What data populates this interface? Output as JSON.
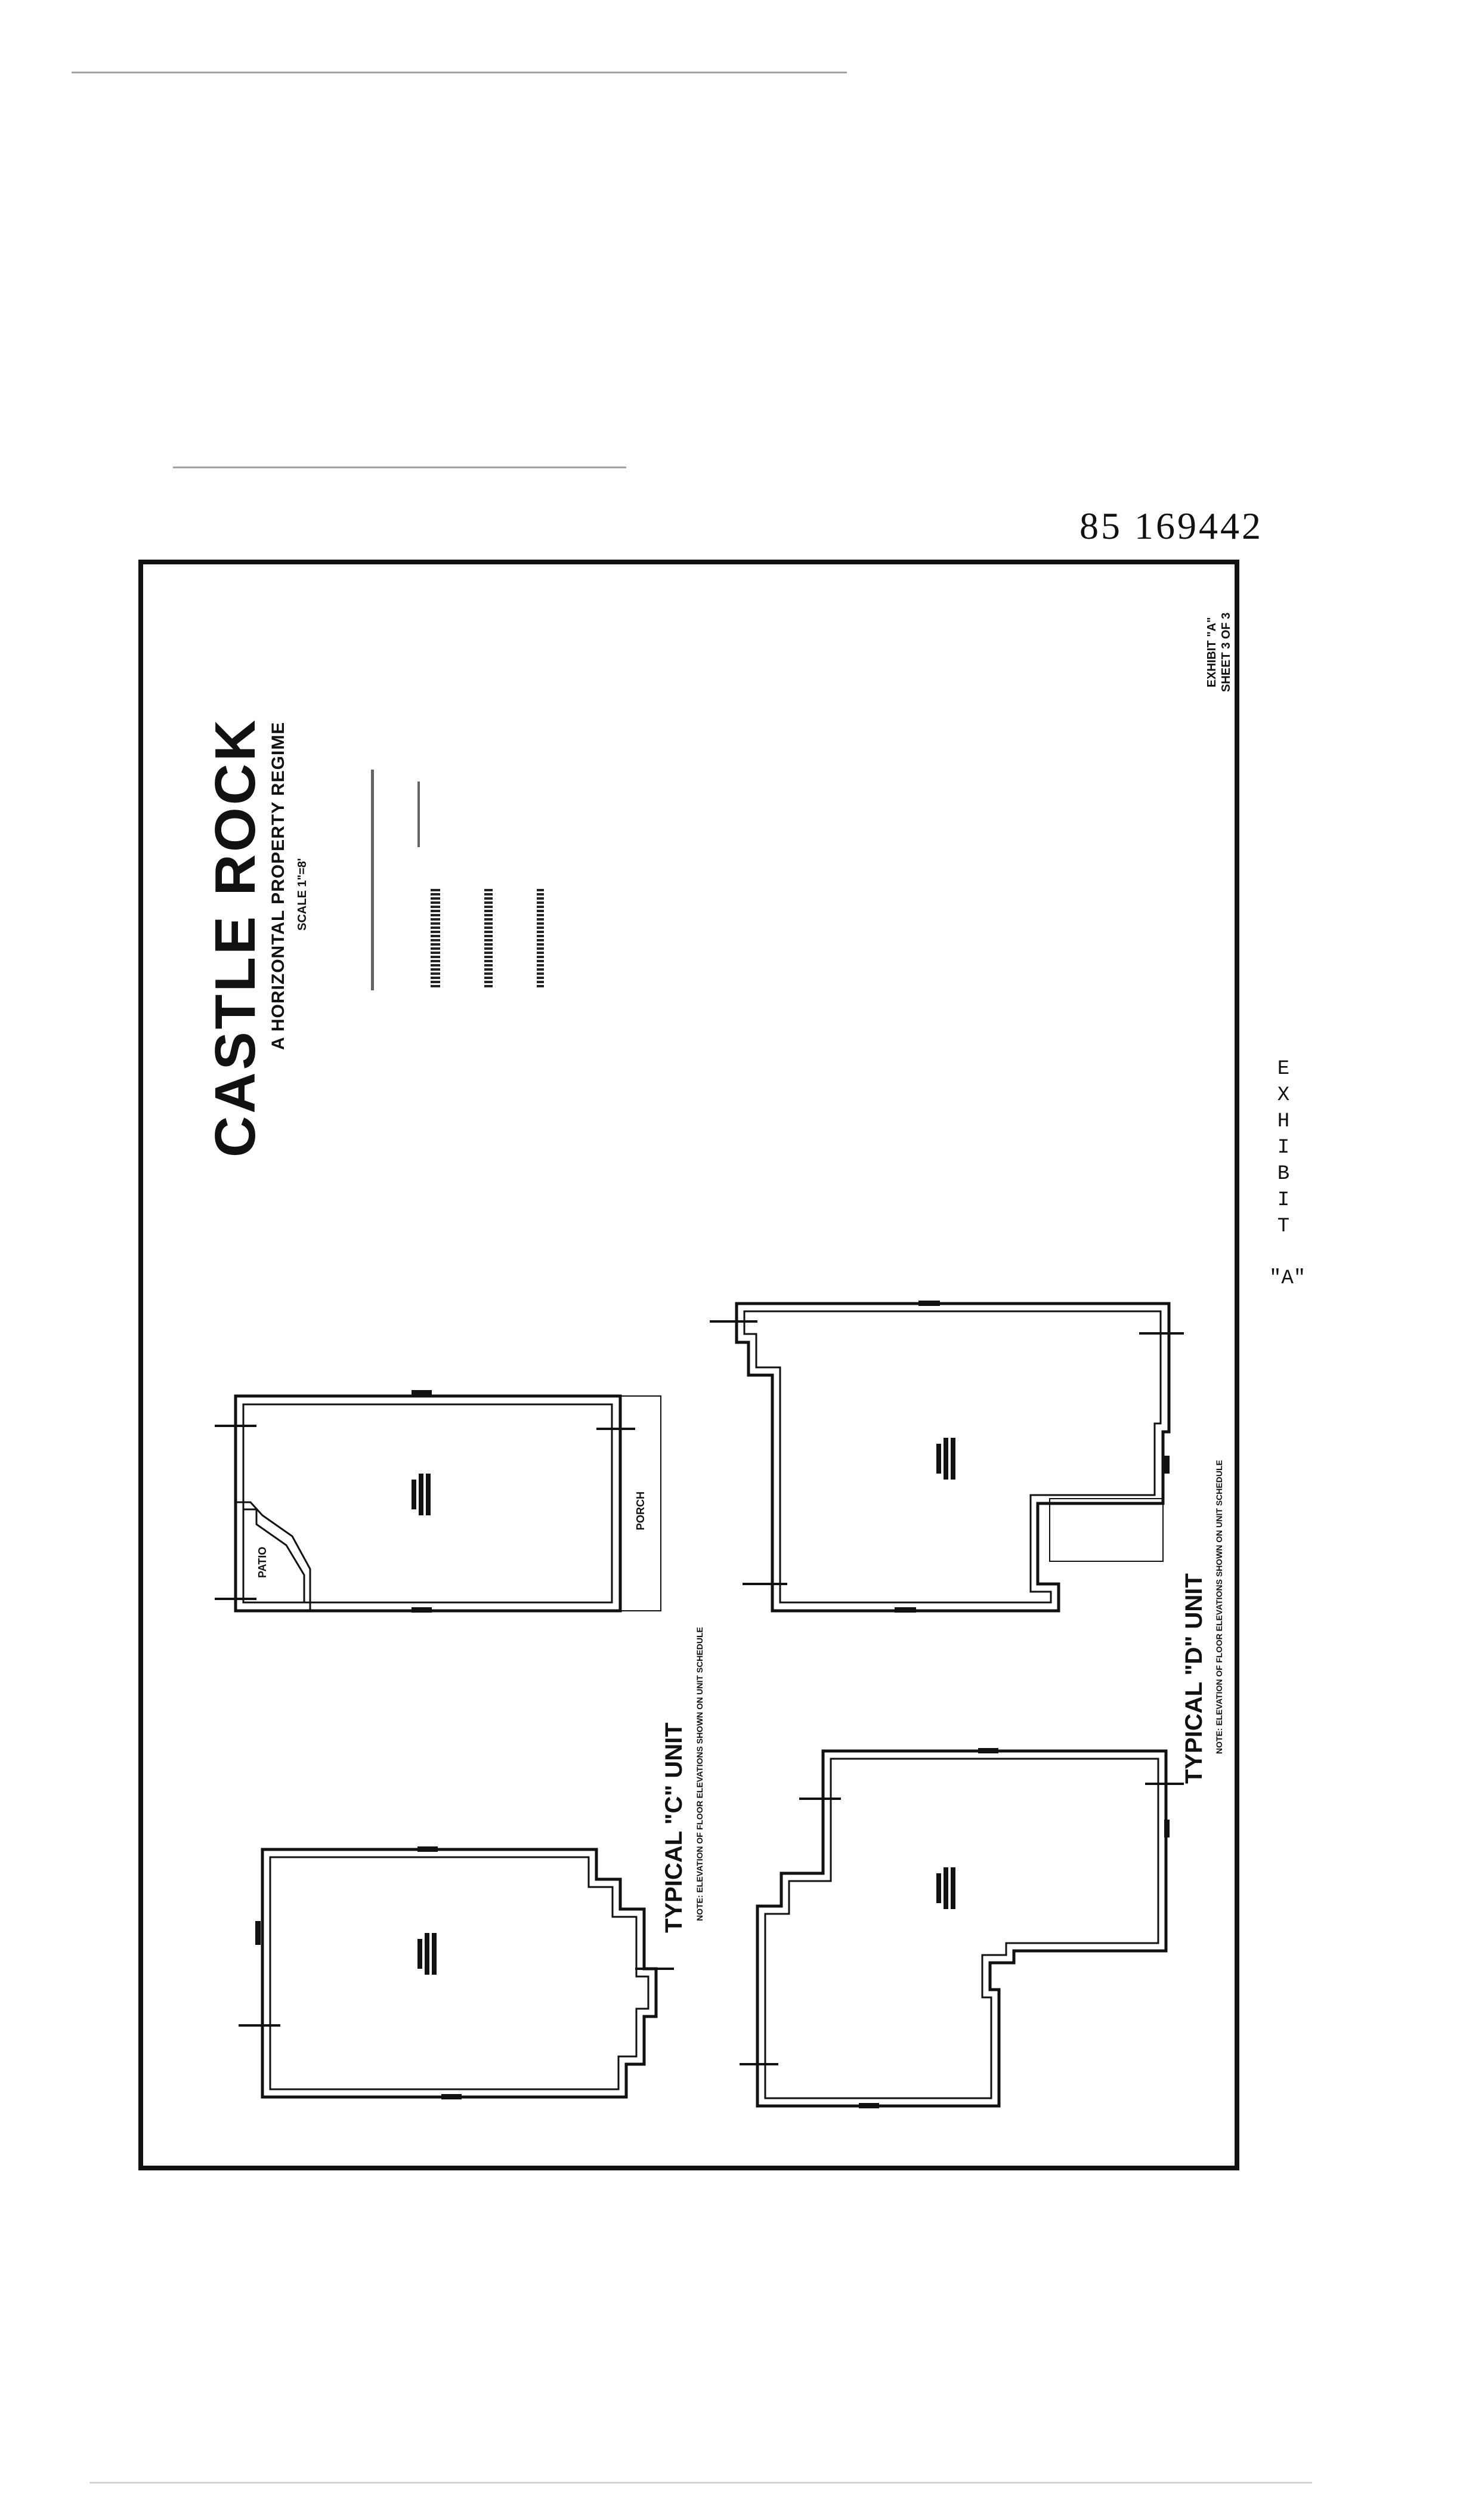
{
  "document": {
    "doc_number": "85 169442",
    "exhibit_letters": [
      "E",
      "X",
      "H",
      "I",
      "B",
      "I",
      "T"
    ],
    "exhibit_tag": "\"A\"",
    "title": "CASTLE  ROCK",
    "subtitle": "A HORIZONTAL PROPERTY REGIME",
    "scale": "SCALE 1\"=8'",
    "sheet": [
      "EXHIBIT \"A\"",
      "SHEET 3 OF 3"
    ]
  },
  "plans": {
    "typical_c": {
      "label": "TYPICAL \"C\" UNIT",
      "note": "NOTE: ELEVATION OF FLOOR ELEVATIONS SHOWN ON UNIT SCHEDULE"
    },
    "typical_d": {
      "label": "TYPICAL \"D\" UNIT",
      "note": "NOTE: ELEVATION OF FLOOR ELEVATIONS SHOWN ON UNIT SCHEDULE"
    },
    "rooms": {
      "patio": "PATIO",
      "porch": "PORCH"
    }
  }
}
